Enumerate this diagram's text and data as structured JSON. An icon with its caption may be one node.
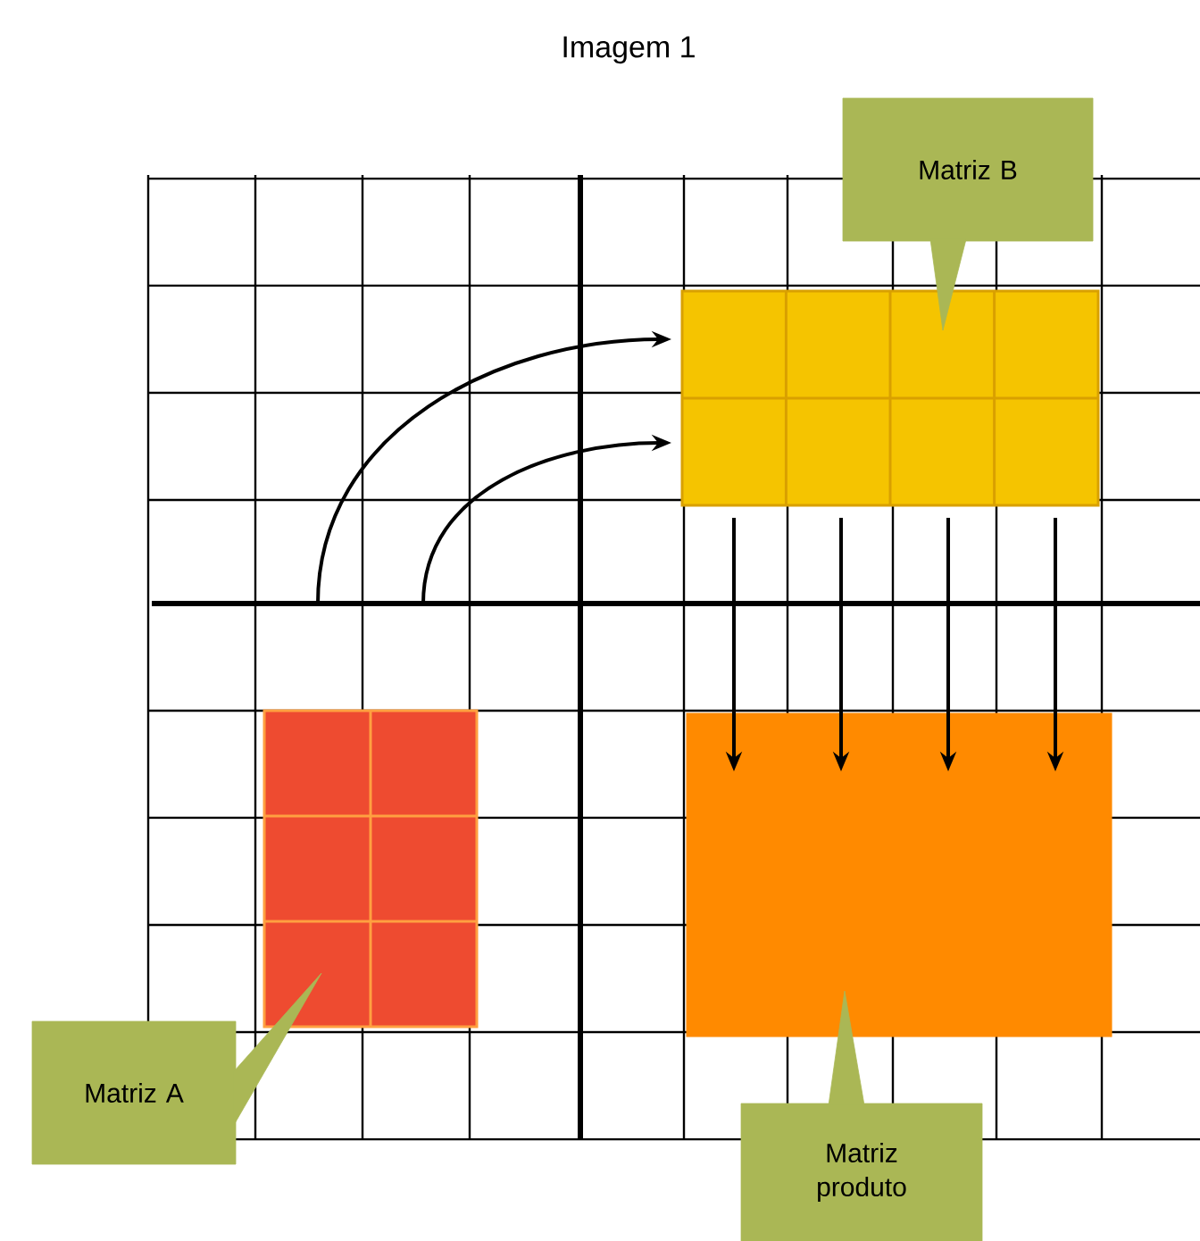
{
  "diagram": {
    "title": "Imagem 1",
    "nodes": [
      {
        "text": [],
        "shape": "box"
      },
      {
        "text": [],
        "shape": "box"
      },
      {
        "text": [],
        "shape": "box"
      },
      {
        "text": [
          "Matriz B"
        ]
      },
      {
        "text": [
          "Matriz A"
        ]
      },
      {
        "text": [
          "Matriz produto"
        ]
      }
    ],
    "edges": [
      {
        "from": null,
        "to": 0,
        "arrow": "to"
      },
      {
        "from": null,
        "to": 0,
        "arrow": "to"
      },
      {
        "from": 0,
        "to": 2,
        "arrow": "to"
      },
      {
        "from": 0,
        "to": 2,
        "arrow": "to"
      },
      {
        "from": 0,
        "to": 2,
        "arrow": "to"
      },
      {
        "from": 0,
        "to": 2,
        "arrow": "to"
      },
      {
        "from": 3,
        "to": 0,
        "arrow": "none"
      },
      {
        "from": 4,
        "to": 1,
        "arrow": "none"
      },
      {
        "from": 5,
        "to": 2,
        "arrow": "none"
      }
    ]
  }
}
